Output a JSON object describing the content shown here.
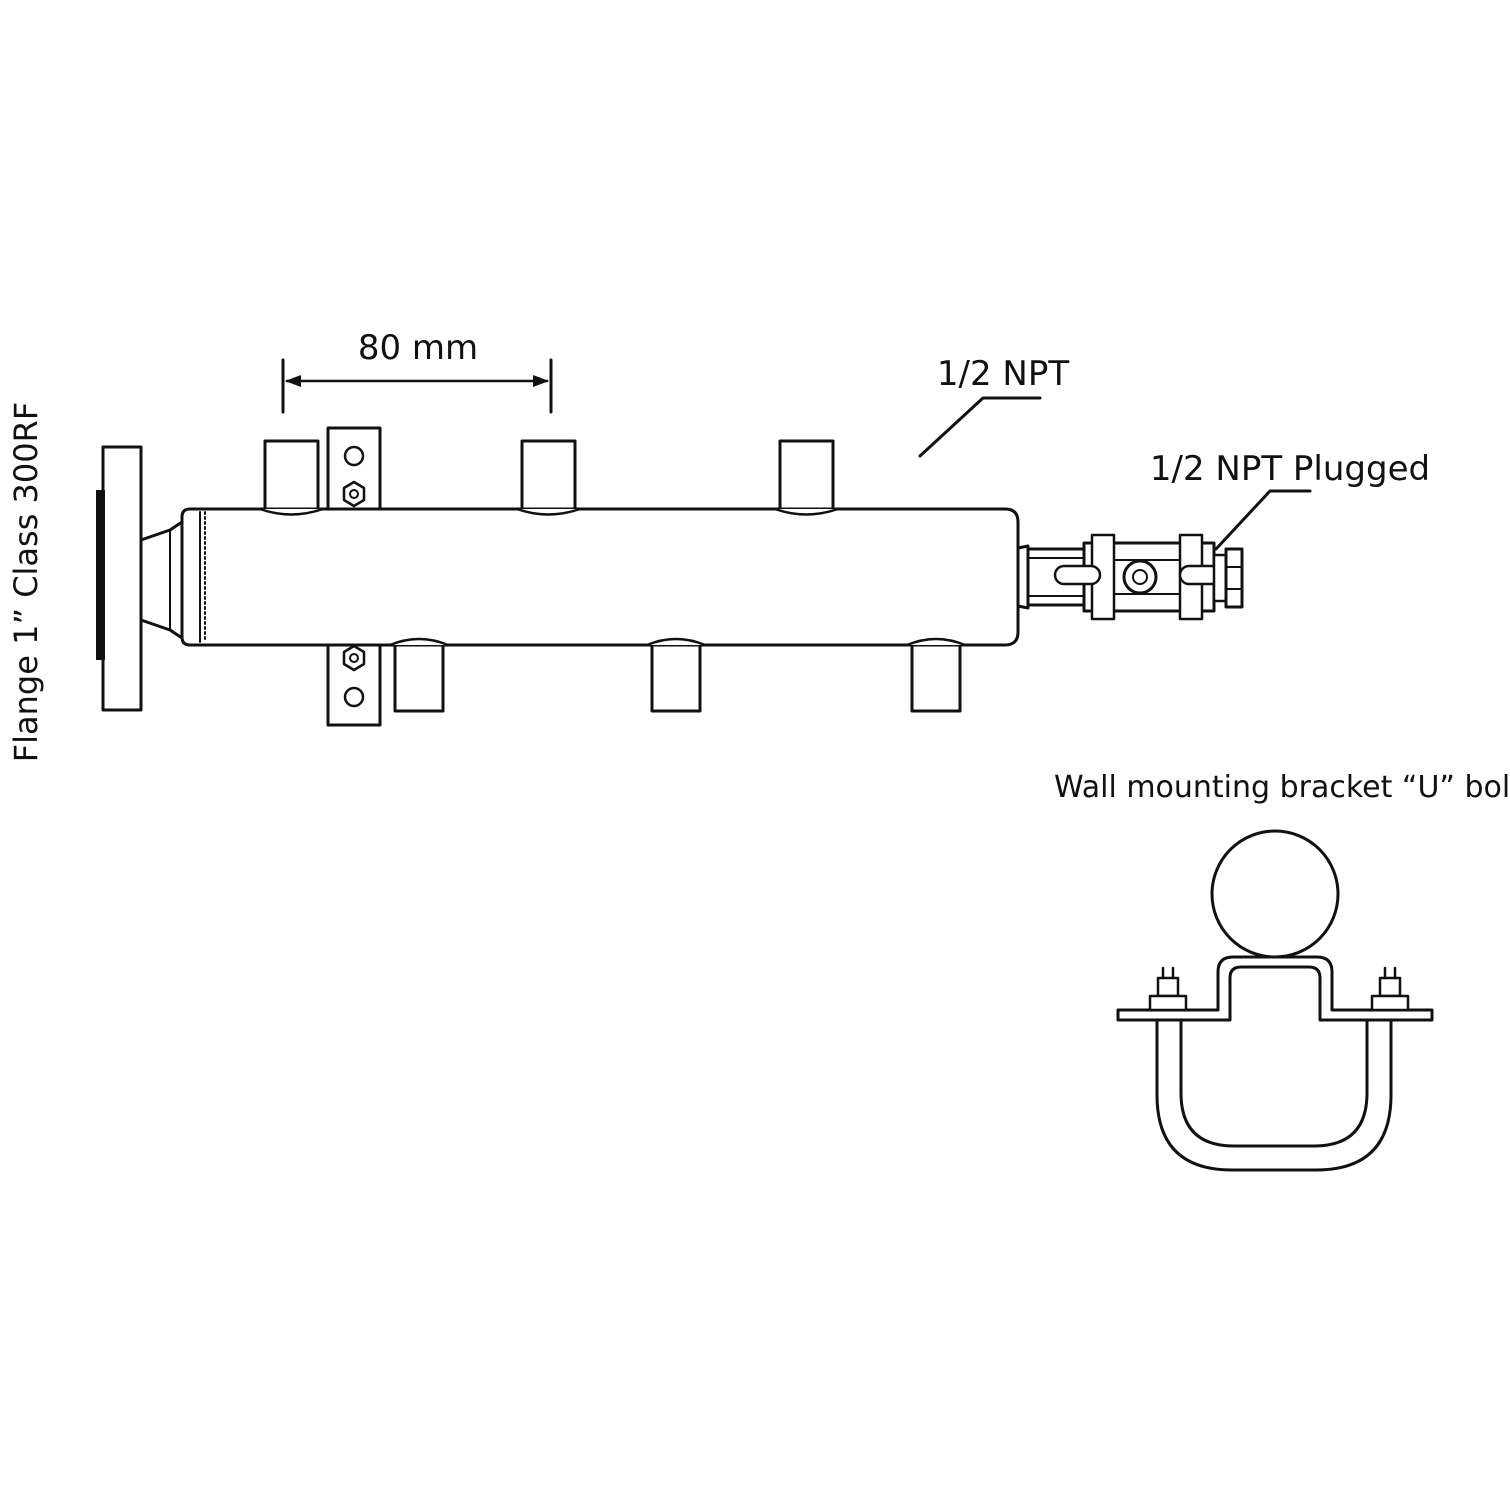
{
  "labels": {
    "flange": "Flange 1” Class 300RF",
    "dimension": "80 mm",
    "npt": "1/2 NPT",
    "npt_plugged": "1/2 NPT Plugged",
    "bracket": "Wall mounting bracket “U” bolt"
  },
  "colors": {
    "line": "#111111",
    "background": "#ffffff"
  }
}
